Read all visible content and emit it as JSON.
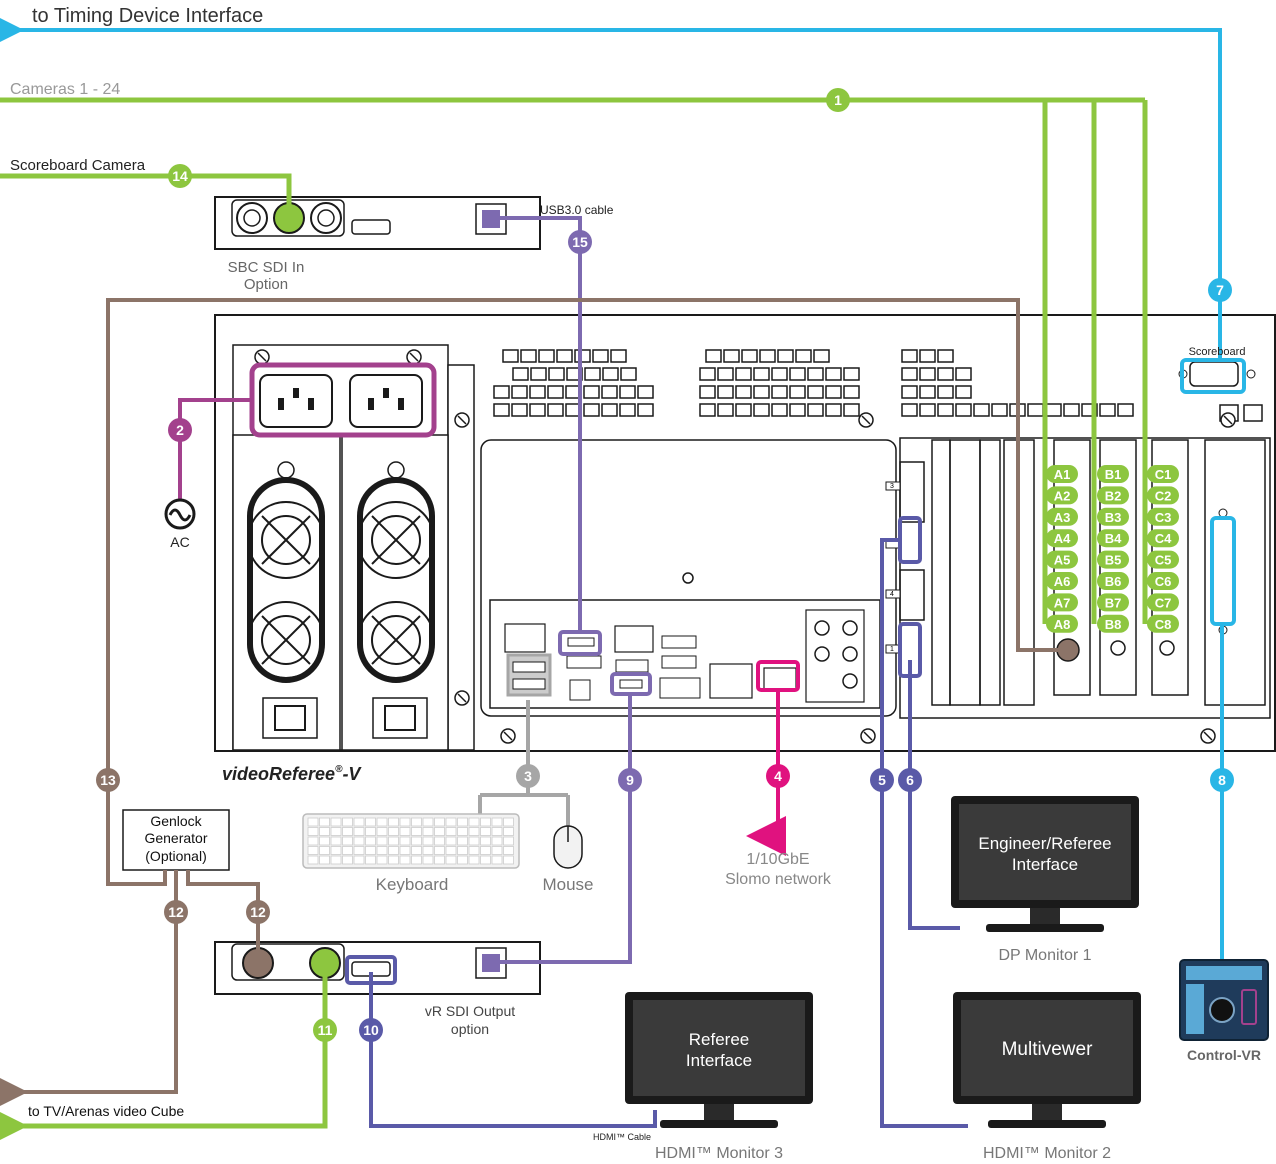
{
  "colors": {
    "camera": "#8dc63f",
    "timing": "#29b6e6",
    "power": "#a3418d",
    "genlock": "#8c7468",
    "usb": "#7d6ab0",
    "network": "#e0127f",
    "display": "#5a5aa8",
    "keyboard": "#a6a6a6"
  },
  "labels": {
    "timing": "to Timing Device Interface",
    "cameras": "Cameras 1 - 24",
    "scoreboard_camera": "Scoreboard Camera",
    "usb_cable": "USB3.0 cable",
    "sbc_line1": "SBC SDI In",
    "sbc_line2": "Option",
    "scoreboard_port": "Scoreboard",
    "ac": "AC",
    "product_name": "videoReferee",
    "product_reg": "®",
    "product_suffix": "-V",
    "genlock_line1": "Genlock",
    "genlock_line2": "Generator",
    "genlock_line3": "(Optional)",
    "keyboard": "Keyboard",
    "mouse": "Mouse",
    "network_line1": "1/10GbE",
    "network_line2": "Slomo network",
    "sdi_out_line1": "vR SDI Output",
    "sdi_out_line2": "option",
    "tv_cube": "to TV/Arenas video Cube",
    "hdmi_cable": "HDMI™ Cable",
    "monitor3": "HDMI™ Monitor 3",
    "monitor3_screen1": "Referee",
    "monitor3_screen2": "Interface",
    "monitor2": "HDMI™ Monitor 2",
    "monitor2_screen": "Multivewer",
    "monitor1": "DP Monitor 1",
    "monitor1_screen1": "Engineer/Referee",
    "monitor1_screen2": "Interface",
    "control_vr": "Control-VR",
    "slot_3": "3",
    "slot_4": "4",
    "slot_1": "1"
  },
  "badges": [
    "1",
    "2",
    "3",
    "4",
    "5",
    "6",
    "7",
    "8",
    "9",
    "10",
    "11",
    "12",
    "12",
    "13",
    "14",
    "15"
  ],
  "ports_a": [
    "A1",
    "A2",
    "A3",
    "A4",
    "A5",
    "A6",
    "A7",
    "A8"
  ],
  "ports_b": [
    "B1",
    "B2",
    "B3",
    "B4",
    "B5",
    "B6",
    "B7",
    "B8"
  ],
  "ports_c": [
    "C1",
    "C2",
    "C3",
    "C4",
    "C5",
    "C6",
    "C7",
    "C8"
  ]
}
